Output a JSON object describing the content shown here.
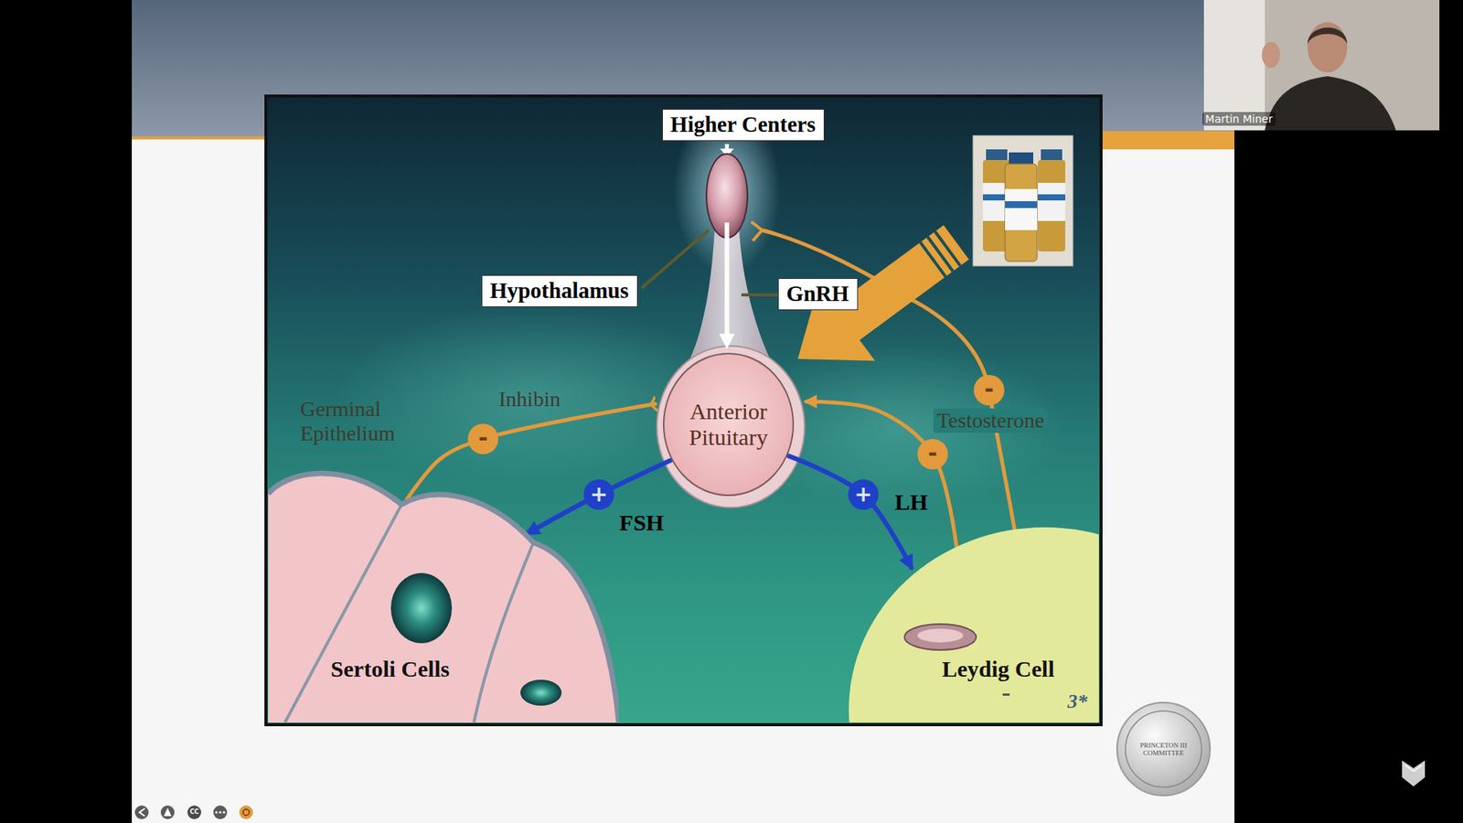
{
  "diagram": {
    "nodes": [
      {
        "text": [
          "Higher Centers"
        ]
      },
      {
        "text": [
          "Hypothalamus"
        ]
      },
      {
        "text": [
          "GnRH"
        ]
      },
      {
        "text": [
          "Anterior Pituitary"
        ]
      },
      {
        "text": [
          "Sertoli Cells"
        ]
      },
      {
        "text": [
          "Leydig Cell"
        ]
      }
    ],
    "edges": [
      {
        "from": 3,
        "to": 4,
        "label": "FSH",
        "arrow": "to"
      },
      {
        "from": 3,
        "to": 5,
        "label": "LH",
        "arrow": "to"
      },
      {
        "from": 4,
        "to": 3,
        "label": "Inhibin",
        "arrow": "to"
      },
      {
        "from": 5,
        "to": 3,
        "label": "Testosterone",
        "arrow": "to"
      }
    ],
    "labels": [
      "Germinal Epithelium",
      "-",
      "-",
      "-",
      "+",
      "+",
      "3*",
      "Martin Miner",
      "CC",
      "PRINCETON III COMMITTEE"
    ]
  }
}
